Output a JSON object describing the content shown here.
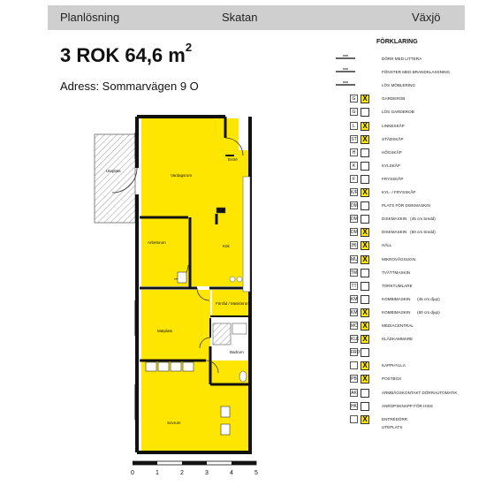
{
  "header": {
    "left": "Planlösning",
    "center": "Skatan",
    "right": "Växjö"
  },
  "apartment": {
    "title": "3 ROK 64,6 m",
    "area_sup": "2",
    "address": "Adress:  Sommarvägen 9 O"
  },
  "rooms": {
    "uteplats": "Uteplats",
    "vardagsrum": "Vardagsrum",
    "entre": "Entré",
    "arbetsrum": "Arbetsrum",
    "kok": "Kök",
    "forrad": "Förråd / Maskinrum",
    "matplats": "Matplats",
    "badrum": "Badrum",
    "sovrum": "Sovrum"
  },
  "legend": {
    "title": "FÖRKLARING",
    "items": [
      {
        "symbol": "",
        "type": "door",
        "checked": false,
        "label": "DÖRR MED LITTERA"
      },
      {
        "symbol": "",
        "type": "window",
        "checked": false,
        "label": "FÖNSTER MED BRANDKLASSNING"
      },
      {
        "symbol": "",
        "type": "loose",
        "checked": false,
        "label": "LÖS MÖBLERING"
      },
      {
        "symbol": "G",
        "checked": true,
        "label": "GARDEROB"
      },
      {
        "symbol": "G",
        "checked": false,
        "label": "LÖS GARDEROB"
      },
      {
        "symbol": "L",
        "checked": true,
        "label": "LINNESKÅP"
      },
      {
        "symbol": "ST",
        "checked": true,
        "label": "STÄDSKÅP"
      },
      {
        "symbol": "H",
        "checked": false,
        "label": "HÖGSKÅP"
      },
      {
        "symbol": "K",
        "checked": false,
        "label": "KYLSKÅP"
      },
      {
        "symbol": "F",
        "checked": false,
        "label": "FRYSSKÅP"
      },
      {
        "symbol": "K/F",
        "checked": true,
        "label": "KYL- / FRYSSKÅP"
      },
      {
        "symbol": "DM",
        "checked": false,
        "label": "PLATS FÖR DISKMASKIN"
      },
      {
        "symbol": "DM",
        "checked": false,
        "label": "DISKMASKIN   (45 cm bredd)"
      },
      {
        "symbol": "DM",
        "checked": true,
        "label": "DISKMASKIN   (60 cm bredd)"
      },
      {
        "symbol": "|H|",
        "checked": true,
        "label": "HÄLL"
      },
      {
        "symbol": "MU",
        "checked": true,
        "label": "MIKROVÅGSUGN"
      },
      {
        "symbol": "TM",
        "checked": false,
        "label": "TVÄTTMASKIN"
      },
      {
        "symbol": "TT",
        "checked": false,
        "label": "TORKTUMLARE"
      },
      {
        "symbol": "KM",
        "checked": false,
        "label": "KOMBIMASKIN      (45 cm djup)"
      },
      {
        "symbol": "KM",
        "checked": true,
        "label": "KOMBIMASKIN      (60 cm djup)"
      },
      {
        "symbol": "MC",
        "checked": true,
        "label": "MEDIACENTRAL"
      },
      {
        "symbol": "KLK",
        "checked": true,
        "label": "KLÄDKAMMARE"
      },
      {
        "symbol": "FRD",
        "checked": false,
        "label": ""
      },
      {
        "symbol": "",
        "checked": true,
        "label": "KAPPHYLLA"
      },
      {
        "symbol": "PB",
        "checked": true,
        "label": "POSTBOX"
      },
      {
        "symbol": "AK",
        "checked": false,
        "label": "ARMBÅGSKONTAKT DÖRRAUTOMATIK"
      },
      {
        "symbol": "HK",
        "checked": false,
        "label": "ANROPSKNAPP FÖR HISS"
      },
      {
        "symbol": "",
        "checked": true,
        "label": "ENTRÉDÖRR\nUTEPLATS"
      }
    ]
  },
  "scale": {
    "ticks": [
      "0",
      "1",
      "2",
      "3",
      "4",
      "5"
    ]
  },
  "colors": {
    "room_fill": "#ffe600",
    "header_bg": "#cfcfcf",
    "wall": "#111111"
  }
}
